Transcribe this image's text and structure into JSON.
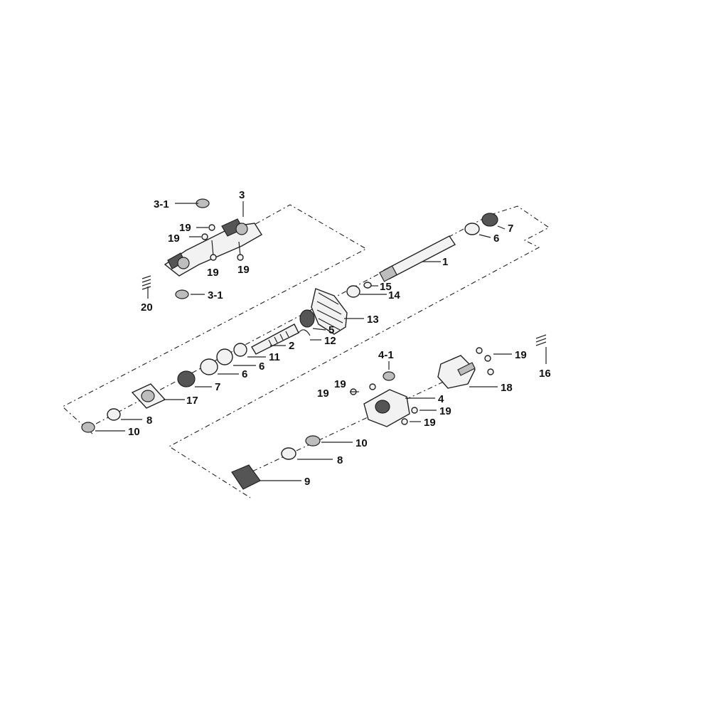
{
  "labels": {
    "l3": "3",
    "l3_1_top": "3-1",
    "l3_1_bot": "3-1",
    "l19_a": "19",
    "l19_b": "19",
    "l19_c": "19",
    "l19_d": "19",
    "l20": "20",
    "l7_top": "7",
    "l6_top": "6",
    "l1": "1",
    "l15": "15",
    "l14": "14",
    "l13": "13",
    "l5": "5",
    "l12": "12",
    "l2": "2",
    "l11": "11",
    "l6_a": "6",
    "l6_b": "6",
    "l7_bot": "7",
    "l17": "17",
    "l8_left": "8",
    "l10_left": "10",
    "l4_1": "4-1",
    "l19_e": "19",
    "l19_f": "19",
    "l4": "4",
    "l19_g": "19",
    "l19_h": "19",
    "l19_i": "19",
    "l18": "18",
    "l16": "16",
    "l10_right": "10",
    "l8_right": "8",
    "l9": "9"
  }
}
